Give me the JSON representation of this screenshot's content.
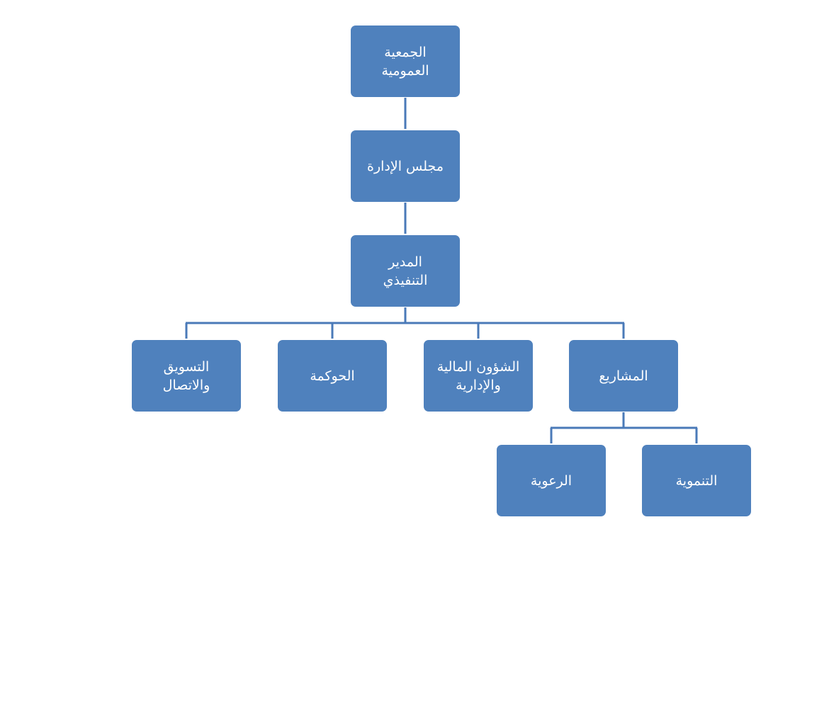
{
  "org_chart": {
    "theme": {
      "box_fill": "#4f81bd",
      "line_color": "#4a7ab8",
      "text_color": "#ffffff",
      "background": "#ffffff"
    },
    "nodes": {
      "general_assembly": "الجمعية\nالعمومية",
      "board": "مجلس الإدارة",
      "executive_director": "المدير\nالتنفيذي",
      "projects": "المشاريع",
      "finance_admin": "الشؤون المالية\nوالإدارية",
      "governance": "الحوكمة",
      "marketing_communication": "التسويق\nوالاتصال",
      "development": "التنموية",
      "care": "الرعوية"
    }
  }
}
